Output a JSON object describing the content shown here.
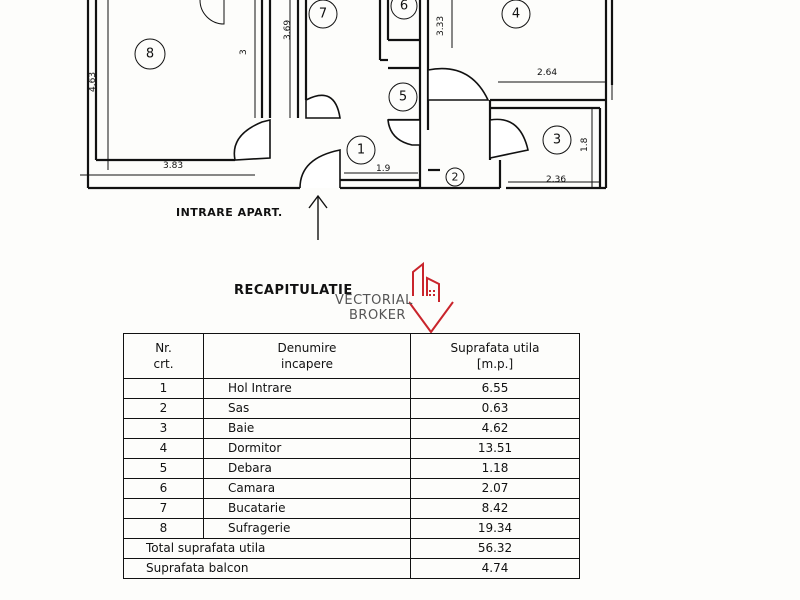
{
  "plan": {
    "rooms": [
      {
        "id": "1"
      },
      {
        "id": "2"
      },
      {
        "id": "3"
      },
      {
        "id": "4"
      },
      {
        "id": "5"
      },
      {
        "id": "6"
      },
      {
        "id": "7"
      },
      {
        "id": "8"
      }
    ],
    "dimensions": {
      "d463": "4.63",
      "d3": "3",
      "d369": "3.69",
      "d333": "3.33",
      "d264": "2.64",
      "d18": "1.8",
      "d383": "3.83",
      "d19": "1.9",
      "d236": "2.36"
    },
    "entry_label": "INTRARE APART."
  },
  "logo": {
    "line1": "VECTORIAL",
    "line2": "BROKER",
    "accent": "#c9252c"
  },
  "recap": {
    "title": "RECAPITULATIE",
    "headers": {
      "nr": [
        "Nr.",
        "crt."
      ],
      "name": [
        "Denumire",
        "incapere"
      ],
      "area": [
        "Suprafata utila",
        "[m.p.]"
      ]
    },
    "rows": [
      {
        "nr": "1",
        "name": "Hol Intrare",
        "area": "6.55"
      },
      {
        "nr": "2",
        "name": "Sas",
        "area": "0.63"
      },
      {
        "nr": "3",
        "name": "Baie",
        "area": "4.62"
      },
      {
        "nr": "4",
        "name": "Dormitor",
        "area": "13.51"
      },
      {
        "nr": "5",
        "name": "Debara",
        "area": "1.18"
      },
      {
        "nr": "6",
        "name": "Camara",
        "area": "2.07"
      },
      {
        "nr": "7",
        "name": "Bucatarie",
        "area": "8.42"
      },
      {
        "nr": "8",
        "name": "Sufragerie",
        "area": "19.34"
      }
    ],
    "total": {
      "label": "Total suprafata utila",
      "area": "56.32"
    },
    "balcony": {
      "label": "Suprafata balcon",
      "area": "4.74"
    }
  }
}
